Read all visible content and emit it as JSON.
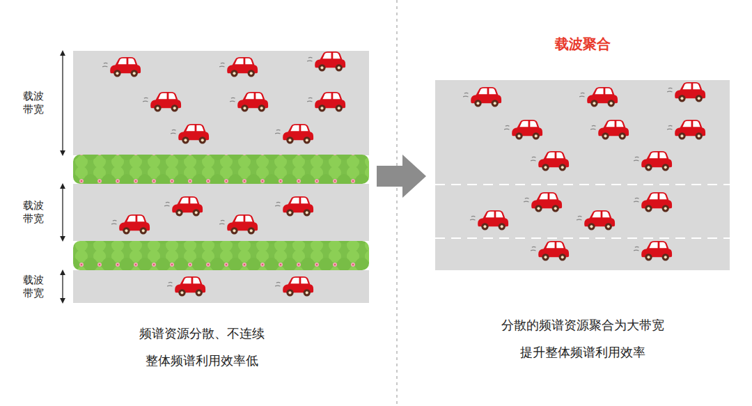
{
  "diagram": {
    "nodes": [
      {
        "text": [
          "载波带宽"
        ]
      },
      {
        "text": [
          "载波带宽"
        ]
      },
      {
        "text": [
          "载波带宽"
        ]
      },
      {
        "text": [
          "载波聚合"
        ]
      }
    ],
    "labels": [
      "频谱资源分散、不连续",
      "整体频谱利用效率低",
      "分散的频谱资源聚合为大带宽",
      "提升整体频谱利用效率"
    ]
  }
}
